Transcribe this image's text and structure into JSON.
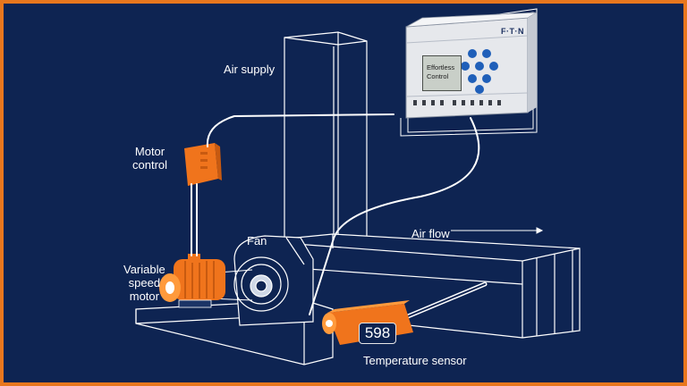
{
  "labels": {
    "air_supply": "Air supply",
    "motor_control": "Motor\ncontrol",
    "fan": "Fan",
    "variable_speed_motor": "Variable\nspeed\nmotor",
    "air_flow": "Air flow",
    "temperature_sensor": "Temperature sensor"
  },
  "controller": {
    "brand": "F·T·N",
    "display_text": "Effortless\nControl"
  },
  "sensor": {
    "reading": "598"
  },
  "colors": {
    "background": "#0e2452",
    "border": "#e8771e",
    "line": "#ffffff",
    "device_orange": "#f0741c"
  }
}
